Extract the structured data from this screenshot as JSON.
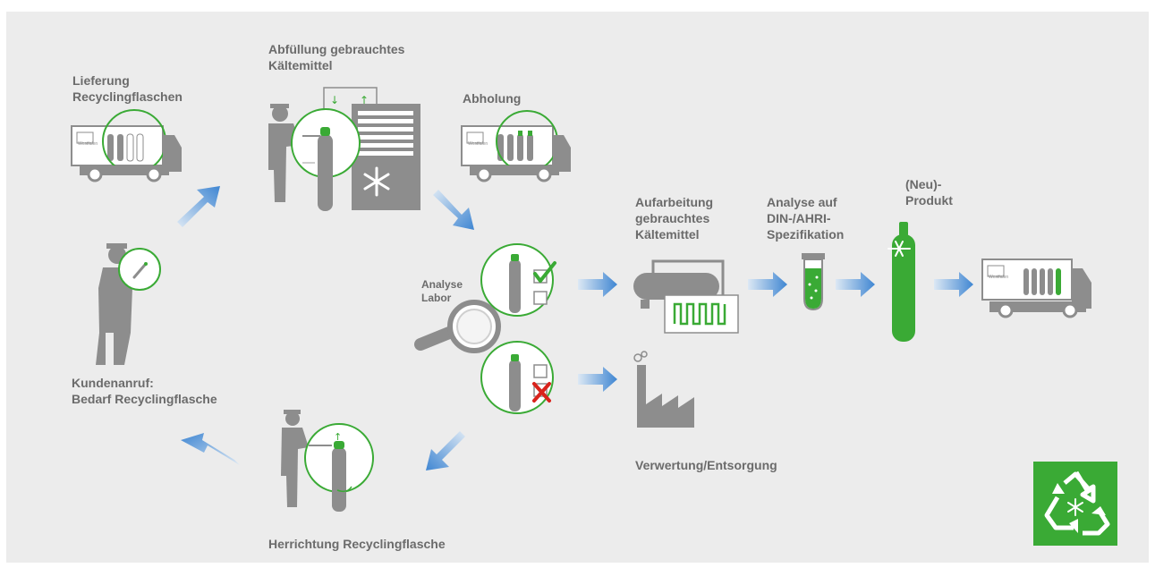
{
  "labels": {
    "lieferung": [
      "Lieferung",
      "Recyclingflaschen"
    ],
    "abfuellung": [
      "Abfüllung gebrauchtes",
      "Kältemittel"
    ],
    "abholung": [
      "Abholung"
    ],
    "aufarbeitung": [
      "Aufarbeitung",
      "gebrauchtes",
      "Kältemittel"
    ],
    "analyse_spec": [
      "Analyse auf",
      "DIN-/AHRI-",
      "Spezifikation"
    ],
    "neuprodukt": [
      "(Neu)-",
      "Produkt"
    ],
    "analyse_labor": [
      "Analyse",
      "Labor"
    ],
    "kundenanruf": [
      "Kundenanruf:",
      "Bedarf Recyclingflasche"
    ],
    "verwertung": [
      "Verwertung/Entsorgung"
    ],
    "herrichtung": [
      "Herrichtung Recyclingflasche"
    ]
  },
  "truck_brand": "Westfalen",
  "colors": {
    "background": "#ececec",
    "gray": "#8d8d8d",
    "green": "#3aaa35",
    "arrow_blue": "#4a8fd6",
    "cross_red": "#d9231c",
    "text": "#6b6b6b"
  },
  "icons": [
    "truck-icon",
    "worker-icon",
    "cylinder-icon",
    "refrigerator-icon",
    "snowflake-icon",
    "magnifier-icon",
    "factory-icon",
    "test-tube-icon",
    "recycling-logo-icon"
  ]
}
